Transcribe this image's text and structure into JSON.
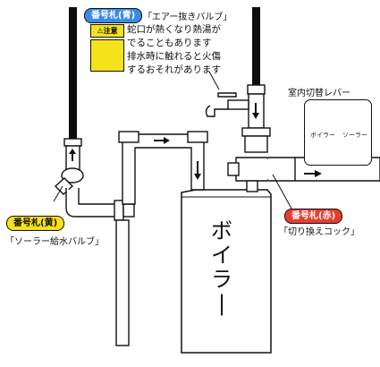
{
  "labels": {
    "air_valve_tag": "番号札(青)",
    "air_valve_name": "「エアー抜きバルブ」",
    "solar_valve_tag": "番号札(黄)",
    "solar_valve_name": "「ソーラー給水バルブ」",
    "switch_cock_tag": "番号札(赤)",
    "switch_cock_name": "「切り換えコック」"
  },
  "caution": {
    "badge": "⚠注意",
    "text": "蛇口が熱くなり熱湯が\nでることもあります\n排水時に触れると火傷\nするおそれがあります"
  },
  "boiler": {
    "label": "ボイラー"
  },
  "lever": {
    "title": "室内切替レバー",
    "left_label": "ボイラー",
    "right_label": "ソーラー"
  },
  "colors": {
    "tag_blue": "#3c8be3",
    "tag_yellow": "#f6e21b",
    "tag_red": "#e63d2f",
    "caution_yellow": "#f6e21b"
  }
}
